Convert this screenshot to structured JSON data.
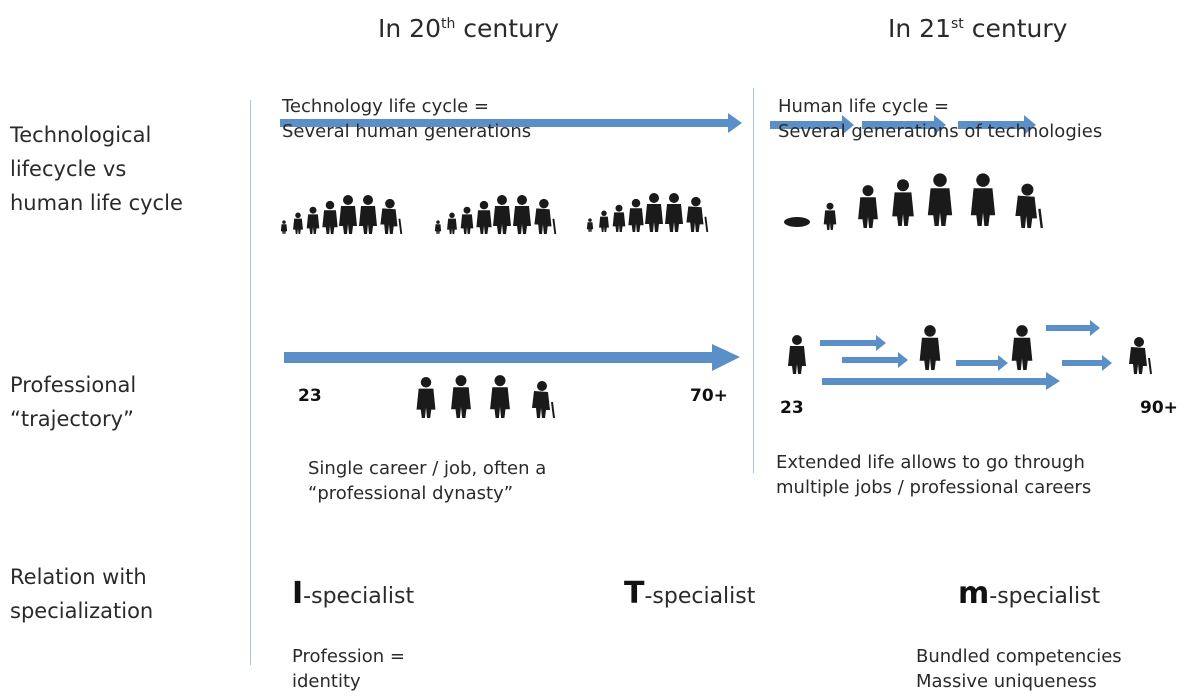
{
  "headers": {
    "c20_prefix": "In 20",
    "c20_sup": "th",
    "c20_suffix": " century",
    "c21_prefix": "In 21",
    "c21_sup": "st",
    "c21_suffix": " century"
  },
  "row_labels": {
    "tech": [
      "Technological",
      "lifecycle vs",
      "human life cycle"
    ],
    "prof": [
      "Professional",
      "“trajectory”"
    ],
    "relation": [
      "Relation with",
      "specialization"
    ]
  },
  "c20": {
    "tech_title_1": "Technology life cycle =",
    "tech_title_2": "Several human generations",
    "age_start": "23",
    "age_end": "70+",
    "career_1": "Single career / job, often a",
    "career_2": "“professional dynasty”"
  },
  "c21": {
    "tech_title_1": "Human life cycle =",
    "tech_title_2": "Several generations of technologies",
    "age_start": "23",
    "age_end": "90+",
    "career_1": "Extended life allows to go through",
    "career_2": "multiple jobs / professional careers"
  },
  "specialists": {
    "i_letter": "I",
    "i_suffix": "-specialist",
    "t_letter": "T",
    "t_suffix": "-specialist",
    "m_letter": "m",
    "m_suffix": "-specialist",
    "i_desc_1": "Profession =",
    "i_desc_2": "identity",
    "m_desc_1": "Bundled competencies",
    "m_desc_2": "Massive uniqueness"
  },
  "colors": {
    "arrow": "#5b8fc7",
    "divider": "#a9c3df",
    "silhouette": "#1a1a1a"
  },
  "icons": [
    "arrow-right-icon",
    "person-silhouette-icon"
  ]
}
